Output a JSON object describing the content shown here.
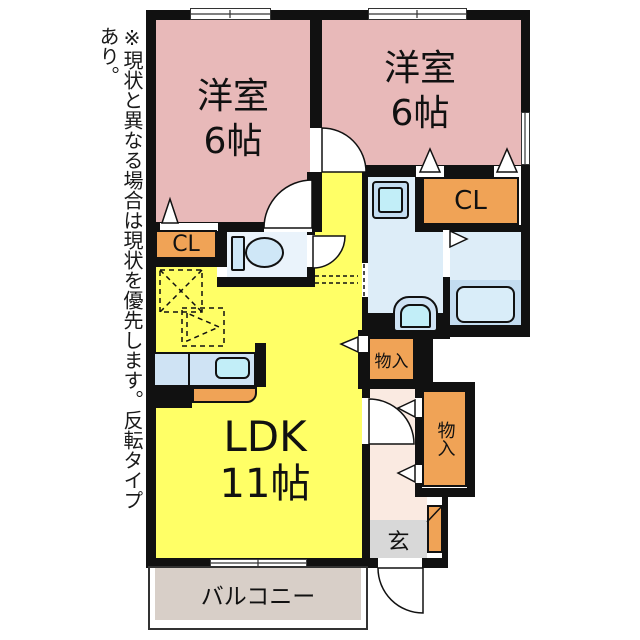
{
  "disclaimer": "※現状と異なる場合は現状を優先します。反転タイプあり。",
  "rooms": {
    "bedroom1": {
      "name": "洋室",
      "size": "6帖"
    },
    "bedroom2": {
      "name": "洋室",
      "size": "6帖"
    },
    "ldk": {
      "name": "LDK",
      "size": "11帖"
    },
    "balcony": {
      "name": "バルコニー"
    },
    "entrance": {
      "name": "玄"
    }
  },
  "storage": {
    "closet1": "CL",
    "closet2": "CL",
    "storage1": "物入",
    "storage2": "物入"
  },
  "colors": {
    "room_pink": "#e8b9b9",
    "ldk_yellow": "#ffff66",
    "storage_orange": "#f0a356",
    "balcony_gray": "#d8cfc8",
    "entrance_gray": "#d8d8d8",
    "hall_beige": "#faeae1",
    "water_blue": "#ddedf8",
    "tub_zone_blue": "#c3dcf0",
    "fixture_cyan": "#c2eef8",
    "wall_black": "#111111"
  }
}
